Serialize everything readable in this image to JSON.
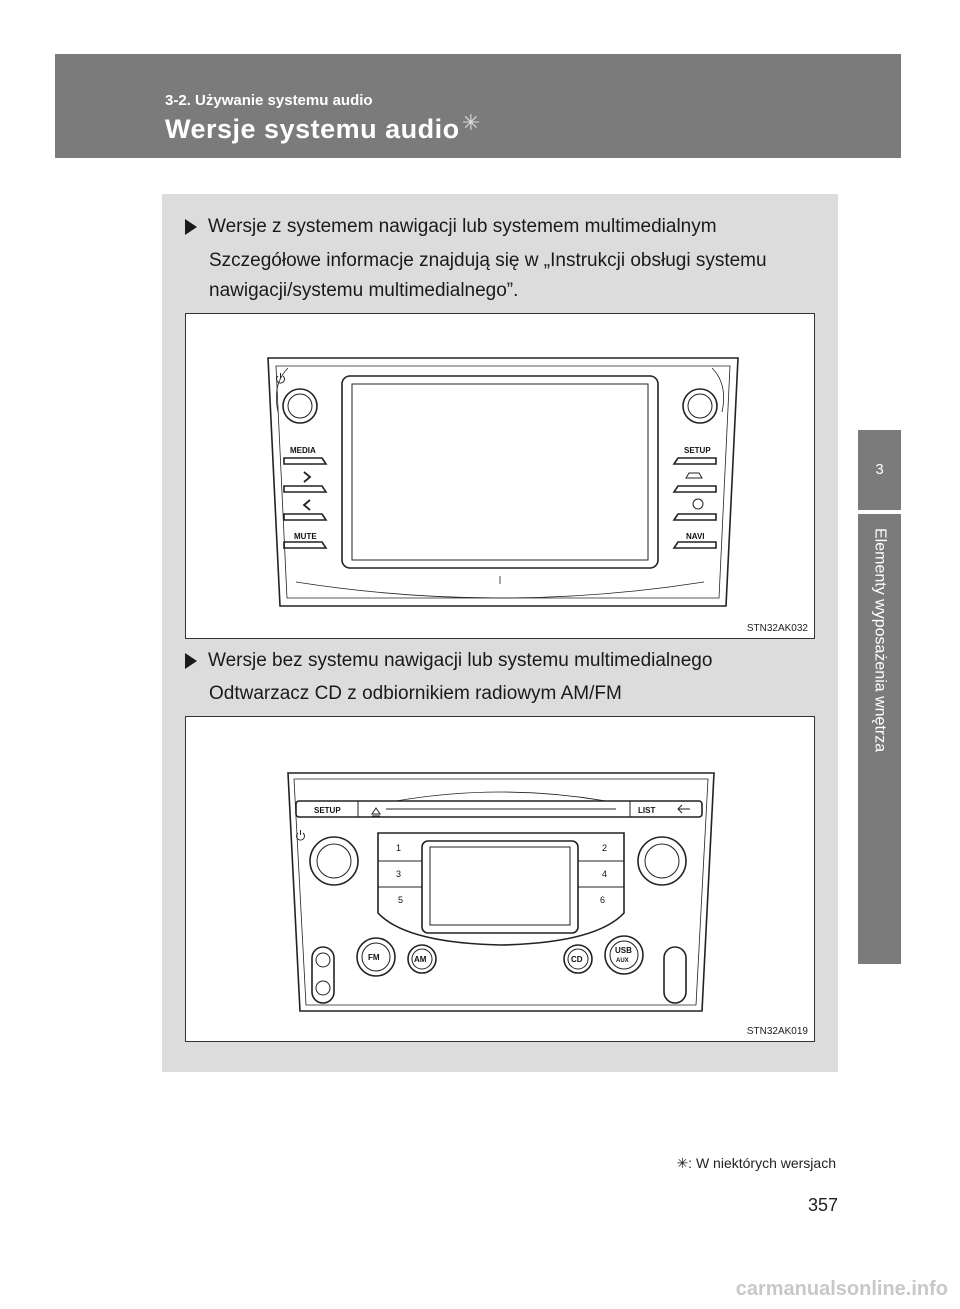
{
  "header": {
    "section": "3-2. Używanie systemu audio",
    "title": "Wersje systemu audio",
    "title_mark": "✳"
  },
  "side_tab": {
    "chapter_number": "3",
    "chapter_title": "Elementy wyposażenia wnętrza"
  },
  "sections": [
    {
      "heading": "Wersje z systemem nawigacji lub systemem multimedialnym",
      "body": "Szczegółowe informacje znajdują się w „Instrukcji obsługi systemu nawigacji/systemu multimedialnego”.",
      "figure_code": "STN32AK032",
      "figure_labels": {
        "media": "MEDIA",
        "mute": "MUTE",
        "setup": "SETUP",
        "navi": "NAVI"
      }
    },
    {
      "heading": "Wersje bez systemu nawigacji lub systemu multimedialnego",
      "body": "Odtwarzacz CD z odbiornikiem radiowym AM/FM",
      "figure_code": "STN32AK019",
      "figure_labels": {
        "setup": "SETUP",
        "list": "LIST",
        "p1": "1",
        "p2": "2",
        "p3": "3",
        "p4": "4",
        "p5": "5",
        "p6": "6",
        "fm": "FM",
        "am": "AM",
        "cd": "CD",
        "usb": "USB",
        "aux": "AUX"
      }
    }
  ],
  "footnote": "✳: W niektórych wersjach",
  "page_number": "357",
  "watermark": "carmanualsonline.info"
}
